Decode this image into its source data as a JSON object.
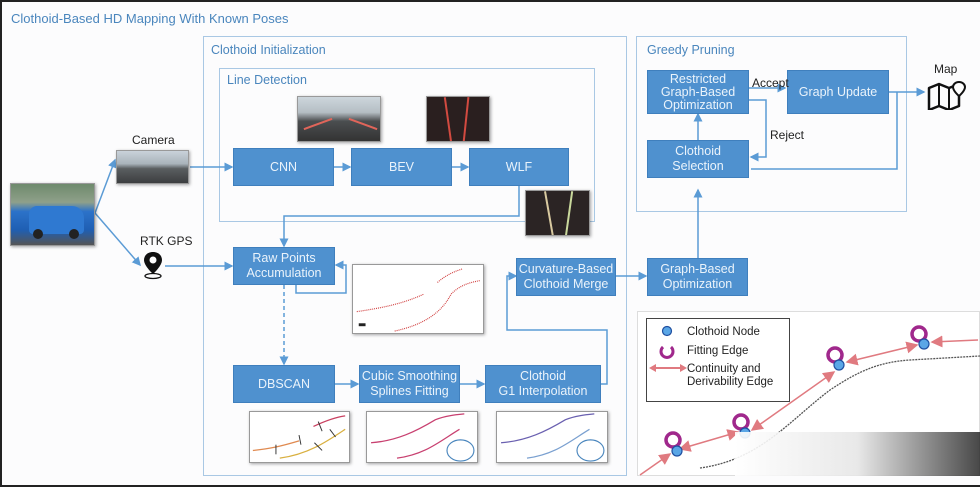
{
  "title": "Clothoid-Based HD Mapping With Known Poses",
  "panels": {
    "initialization": "Clothoid Initialization",
    "line_detection": "Line Detection",
    "greedy_pruning": "Greedy Pruning"
  },
  "inputs": {
    "camera": "Camera",
    "gps": "RTK GPS",
    "map": "Map"
  },
  "boxes": {
    "cnn": "CNN",
    "bev": "BEV",
    "wlf": "WLF",
    "raw_points": "Raw Points\nAccumulation",
    "dbscan": "DBSCAN",
    "splines": "Cubic Smoothing\nSplines Fitting",
    "g1": "Clothoid\nG1 Interpolation",
    "merge": "Curvature-Based\nClothoid Merge",
    "graph_opt": "Graph-Based\nOptimization",
    "selection": "Clothoid\nSelection",
    "restricted": "Restricted\nGraph-Based\nOptimization",
    "update": "Graph Update"
  },
  "edge_labels": {
    "accept": "Accept",
    "reject": "Reject"
  },
  "legend": {
    "node": "Clothoid Node",
    "fitting": "Fitting Edge",
    "continuity": "Continuity and\nDerivability Edge"
  },
  "colors": {
    "box_fill": "#4f91cf",
    "panel_border": "#a9c8e4",
    "title": "#4a86bd",
    "wire": "#5b9bd5",
    "fitting_edge": "#a0288c",
    "continuity_edge": "#e07a80",
    "node": "#5aa6e6"
  }
}
